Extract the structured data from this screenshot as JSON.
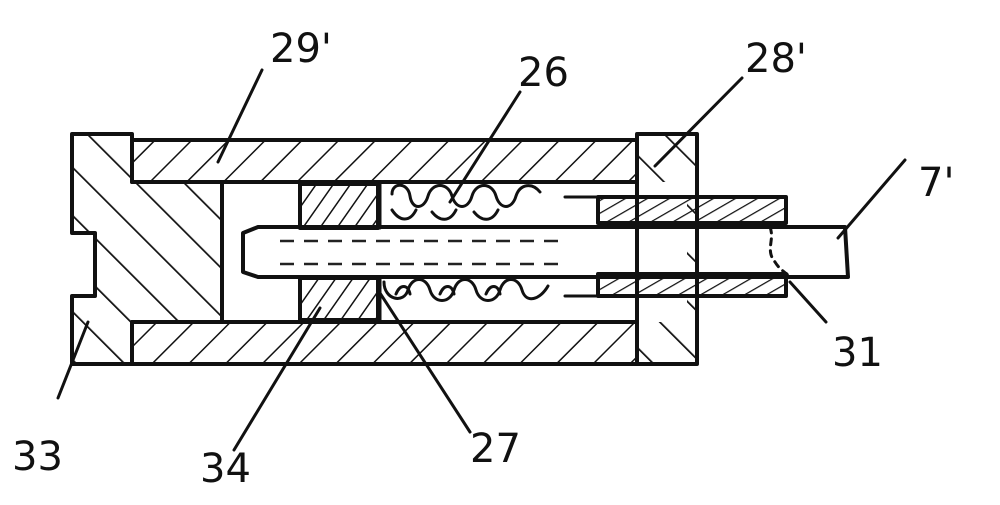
{
  "figure": {
    "labels": {
      "ref_29": "29'",
      "ref_26": "26",
      "ref_28": "28'",
      "ref_7": "7'",
      "ref_31": "31",
      "ref_33": "33",
      "ref_34": "34",
      "ref_27": "27"
    }
  }
}
